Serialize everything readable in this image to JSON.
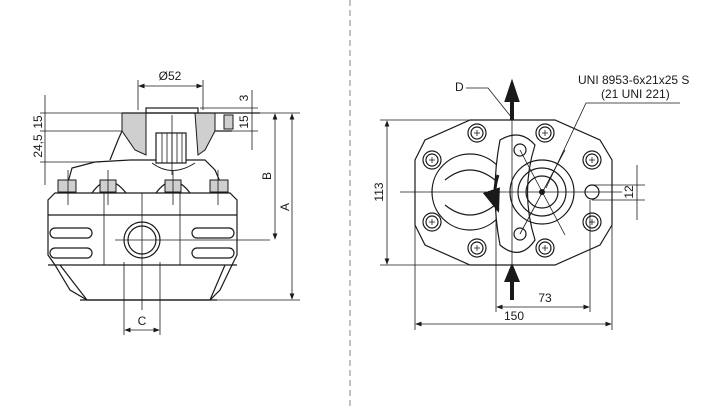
{
  "left_view": {
    "dim_diameter": "Ø52",
    "dim_flange": "15",
    "dim_spline": "24,5",
    "dim_3": "3",
    "dim_15_right": "15",
    "dim_a": "A",
    "dim_b": "B",
    "dim_c": "C"
  },
  "right_view": {
    "label_d": "D",
    "spline_spec_line1": "UNI 8953-6x21x25 S",
    "spline_spec_line2": "(21 UNI 221)",
    "dim_height": "113",
    "dim_width": "150",
    "dim_offset": "73",
    "dim_hole": "12"
  },
  "colors": {
    "line": "#1a1a1a",
    "divider": "#999999",
    "hatch": "#cfcfcf"
  }
}
